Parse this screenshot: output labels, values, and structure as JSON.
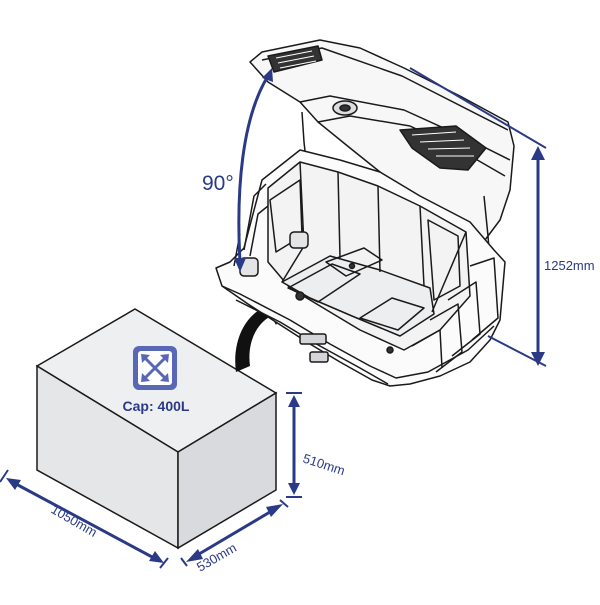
{
  "colors": {
    "dimension": "#2b3a86",
    "outline": "#1a1a1a",
    "box_front": "#e5e6e8",
    "box_top": "#eeeff1",
    "box_side": "#d9dadd",
    "icon_fill": "#5868b6",
    "arrow": "#111111"
  },
  "labels": {
    "angle": "90°",
    "height": "1252mm",
    "box_height": "510mm",
    "box_depth": "530mm",
    "box_length": "1050mm",
    "capacity": "Cap: 400L"
  },
  "icons": {
    "capacity": "expand-arrows-icon",
    "insert": "curved-arrow-icon"
  }
}
